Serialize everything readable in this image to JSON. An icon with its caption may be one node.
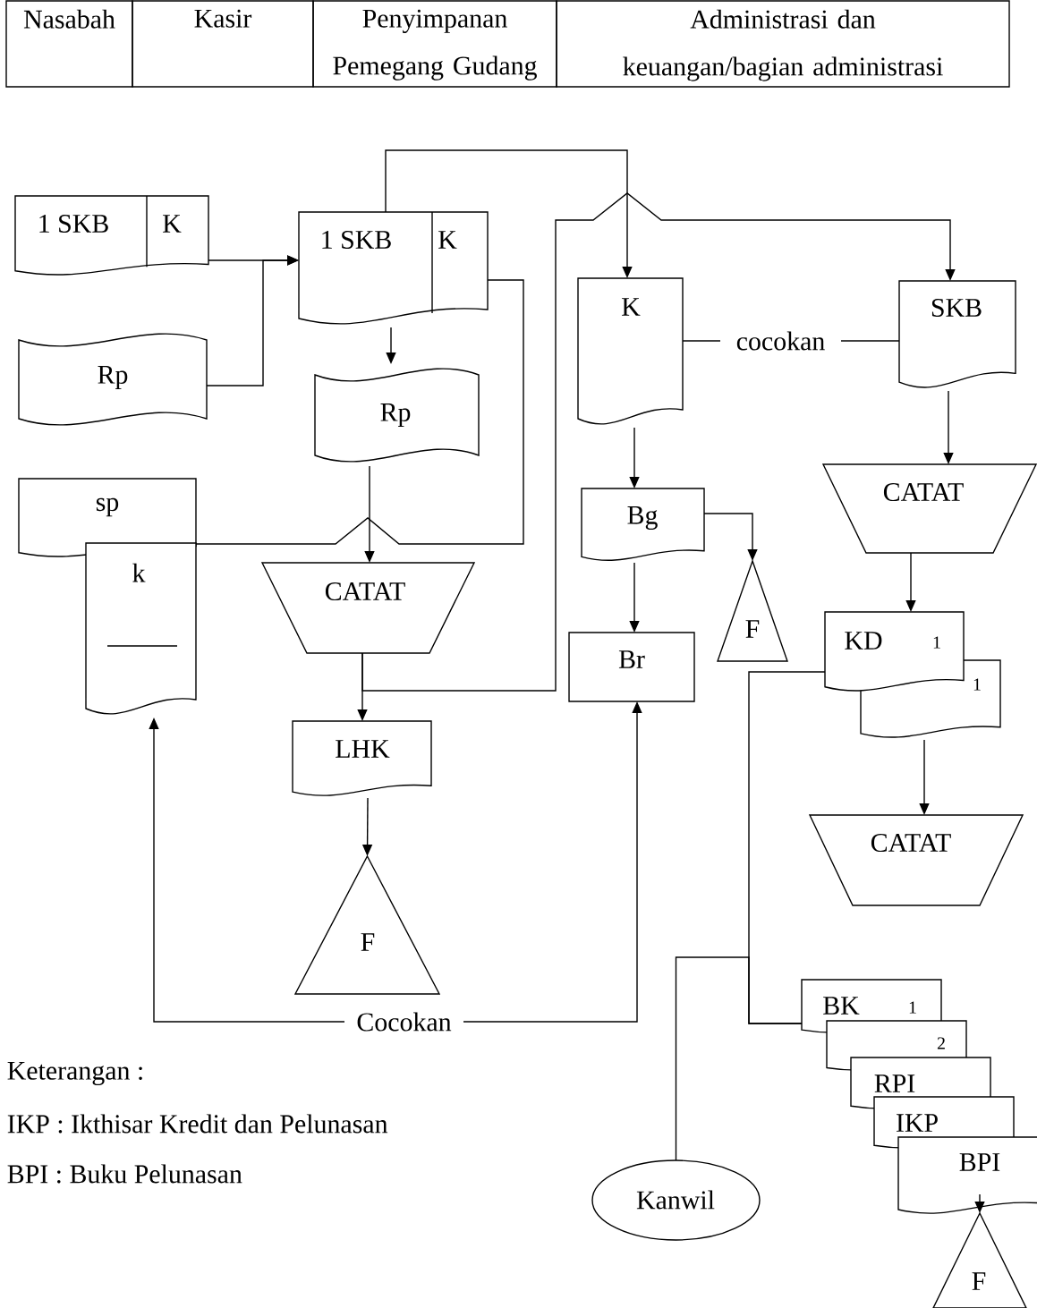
{
  "diagram": {
    "nodes": [
      {
        "text": [
          "1 SKB",
          "K"
        ]
      },
      {
        "text": [
          "Rp"
        ]
      },
      {
        "text": [
          "1 SKB",
          "K"
        ]
      },
      {
        "text": [
          "Rp"
        ]
      },
      {
        "text": [
          "sp"
        ]
      },
      {
        "text": [
          "k"
        ]
      },
      {
        "text": [
          "CATAT"
        ]
      },
      {
        "text": [
          "LHK"
        ]
      },
      {
        "text": [
          "F"
        ]
      },
      {
        "text": [
          "Cocokan"
        ]
      },
      {
        "text": [
          "K"
        ]
      },
      {
        "text": [
          "Bg"
        ]
      },
      {
        "text": [
          "Br"
        ]
      },
      {
        "text": [
          "F"
        ]
      },
      {
        "text": [
          "SKB"
        ]
      },
      {
        "text": [
          "CATAT"
        ]
      },
      {
        "text": [
          "KD",
          "1"
        ]
      },
      {
        "text": [
          "1"
        ]
      },
      {
        "text": [
          "CATAT"
        ]
      },
      {
        "text": [
          "cocokan"
        ]
      },
      {
        "text": [
          "Kanwil"
        ]
      },
      {
        "text": [
          "BK",
          "1"
        ]
      },
      {
        "text": [
          "2"
        ]
      },
      {
        "text": [
          "RPI"
        ]
      },
      {
        "text": [
          "IKP"
        ]
      },
      {
        "text": [
          "BPI"
        ]
      },
      {
        "text": [
          "F"
        ]
      }
    ],
    "edges": [
      {
        "from": 0,
        "to": 2,
        "arrow": "to"
      },
      {
        "from": 1,
        "to": 2,
        "arrow": "to"
      },
      {
        "from": 2,
        "to": 3,
        "arrow": "to"
      },
      {
        "from": 2,
        "to": 10,
        "arrow": "to"
      },
      {
        "from": 2,
        "to": 4,
        "arrow": "none"
      },
      {
        "from": 3,
        "to": 6,
        "arrow": "to"
      },
      {
        "from": 6,
        "to": 7,
        "arrow": "to"
      },
      {
        "from": 6,
        "to": 14,
        "arrow": "to"
      },
      {
        "from": 7,
        "to": 8,
        "arrow": "to"
      },
      {
        "from": 9,
        "to": 5,
        "arrow": "to"
      },
      {
        "from": 9,
        "to": 12,
        "arrow": "to"
      },
      {
        "from": 19,
        "to": 10,
        "arrow": "none"
      },
      {
        "from": 19,
        "to": 14,
        "arrow": "none"
      },
      {
        "from": 10,
        "to": 11,
        "arrow": "to"
      },
      {
        "from": 11,
        "to": 12,
        "arrow": "to"
      },
      {
        "from": 11,
        "to": 13,
        "arrow": "to"
      },
      {
        "from": 14,
        "to": 15,
        "arrow": "to"
      },
      {
        "from": 15,
        "to": 16,
        "arrow": "to"
      },
      {
        "from": 17,
        "to": 18,
        "arrow": "to"
      },
      {
        "from": 16,
        "to": 21,
        "arrow": "none"
      },
      {
        "from": 20,
        "to": 21,
        "arrow": "none"
      },
      {
        "from": 25,
        "to": 26,
        "arrow": "to"
      }
    ],
    "labels": [
      "Nasabah",
      "Kasir",
      "Penyimpanan Pemegang Gudang",
      "Administrasi dan keuangan/bagian administrasi",
      "Keterangan :",
      "IKP : Ikthisar Kredit dan Pelunasan",
      "BPI : Buku Pelunasan"
    ]
  }
}
